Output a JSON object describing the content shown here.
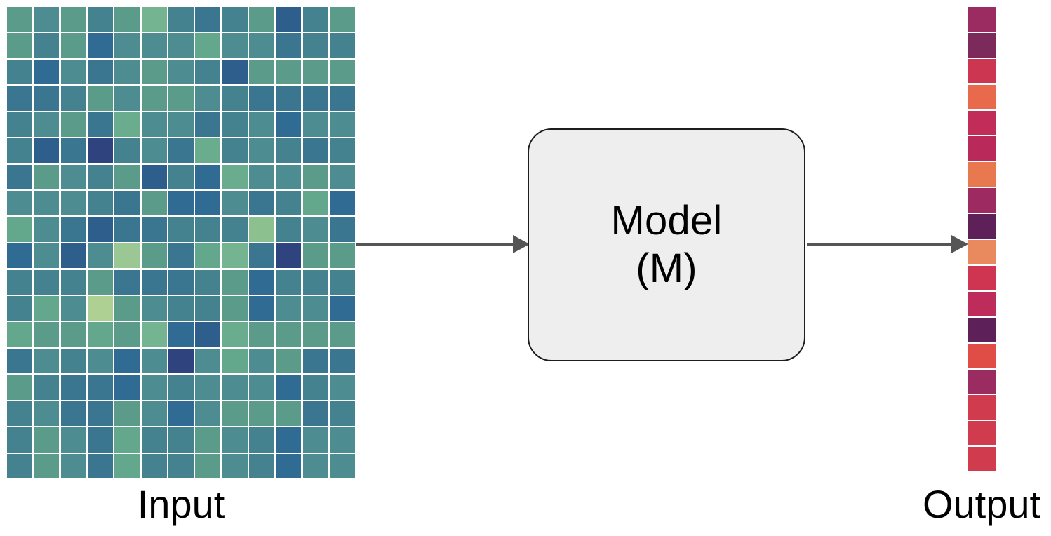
{
  "diagram": {
    "title": "Model input output schematic",
    "input_label": "Input",
    "output_label": "Output",
    "model_label_line1": "Model",
    "model_label_line2": "(M)",
    "arrow_color": "#555555",
    "model_box_fill": "#eeeeee",
    "model_box_stroke": "#1d1d1d",
    "background": "#ffffff"
  },
  "chart_data": {
    "type": "heatmap",
    "title": "Input feature matrix and model output vector",
    "xlabel": "",
    "ylabel": "",
    "grid": true,
    "legend": "none",
    "panels": [
      {
        "name": "input",
        "label": "Input",
        "rows": 18,
        "cols": 13,
        "colormap": "viridis-like (dark blue = low, light green = high)",
        "vmin": 0.0,
        "vmax": 1.0,
        "colors": [
          [
            "#5b9b8a",
            "#4d8d92",
            "#5b9b8a",
            "#44828f",
            "#5b9b8a",
            "#74b491",
            "#44828f",
            "#3b7691",
            "#44828f",
            "#5b9b8a",
            "#2e5e8c",
            "#44828f",
            "#5b9b8a"
          ],
          [
            "#5b9b8a",
            "#44828f",
            "#5b9b8a",
            "#2f6b93",
            "#4d8d92",
            "#4d8d92",
            "#4d8d92",
            "#63a78c",
            "#4d8d92",
            "#4d8d92",
            "#3b7691",
            "#44828f",
            "#44828f"
          ],
          [
            "#44828f",
            "#2f6b93",
            "#4d8d92",
            "#3b7691",
            "#4d8d92",
            "#5b9b8a",
            "#4d8d92",
            "#44828f",
            "#2e5e8c",
            "#5b9b8a",
            "#5b9b8a",
            "#5b9b8a",
            "#5b9b8a"
          ],
          [
            "#3b7691",
            "#3b7691",
            "#44828f",
            "#5b9b8a",
            "#4d8d92",
            "#5b9b8a",
            "#5b9b8a",
            "#4d8d92",
            "#44828f",
            "#3b7691",
            "#3b7691",
            "#3b7691",
            "#3b7691"
          ],
          [
            "#44828f",
            "#4d8d92",
            "#5b9b8a",
            "#3b7691",
            "#6aad8e",
            "#4d8d92",
            "#4d8d92",
            "#3b7691",
            "#44828f",
            "#4d8d92",
            "#2f6b93",
            "#4d8d92",
            "#4d8d92"
          ],
          [
            "#44828f",
            "#2e5e8c",
            "#3b7691",
            "#2f447e",
            "#44828f",
            "#4d8d92",
            "#3b7691",
            "#6aad8e",
            "#44828f",
            "#4d8d92",
            "#44828f",
            "#3b7691",
            "#44828f"
          ],
          [
            "#3b7691",
            "#5b9b8a",
            "#4d8d92",
            "#44828f",
            "#5b9b8a",
            "#2e5e8c",
            "#44828f",
            "#2f6b93",
            "#6aad8e",
            "#4d8d92",
            "#4d8d92",
            "#5b9b8a",
            "#4d8d92"
          ],
          [
            "#4d8d92",
            "#4d8d92",
            "#4d8d92",
            "#44828f",
            "#3b7691",
            "#5b9b8a",
            "#2f6b93",
            "#2f6b93",
            "#4d8d92",
            "#3b7691",
            "#44828f",
            "#63a78c",
            "#2f6b93"
          ],
          [
            "#63a78c",
            "#4d8d92",
            "#3b7691",
            "#2e5e8c",
            "#3b7691",
            "#3b7691",
            "#44828f",
            "#44828f",
            "#44828f",
            "#8cc08f",
            "#44828f",
            "#4d8d92",
            "#3b7691"
          ],
          [
            "#2f6b93",
            "#4d8d92",
            "#2e5e8c",
            "#4d8d92",
            "#9ac793",
            "#5b9b8a",
            "#3b7691",
            "#63a78c",
            "#74b491",
            "#3b7691",
            "#2f447e",
            "#5b9b8a",
            "#5b9b8a"
          ],
          [
            "#44828f",
            "#44828f",
            "#44828f",
            "#5b9b8a",
            "#3b7691",
            "#3b7691",
            "#3b7691",
            "#44828f",
            "#5b9b8a",
            "#2f6b93",
            "#44828f",
            "#44828f",
            "#44828f"
          ],
          [
            "#44828f",
            "#63a78c",
            "#4d8d92",
            "#aed093",
            "#5b9b8a",
            "#4d8d92",
            "#44828f",
            "#44828f",
            "#5b9b8a",
            "#2f6b93",
            "#4d8d92",
            "#4d8d92",
            "#2f6b93"
          ],
          [
            "#63a78c",
            "#5b9b8a",
            "#5b9b8a",
            "#63a78c",
            "#5b9b8a",
            "#74b491",
            "#2f6b93",
            "#2e5e8c",
            "#6aad8e",
            "#5b9b8a",
            "#5b9b8a",
            "#5b9b8a",
            "#5b9b8a"
          ],
          [
            "#3b7691",
            "#4d8d92",
            "#44828f",
            "#4d8d92",
            "#2f6b93",
            "#4d8d92",
            "#2f447e",
            "#4d8d92",
            "#63a78c",
            "#4d8d92",
            "#5b9b8a",
            "#3b7691",
            "#3b7691"
          ],
          [
            "#5b9b8a",
            "#44828f",
            "#3b7691",
            "#3b7691",
            "#2f6b93",
            "#4d8d92",
            "#44828f",
            "#4d8d92",
            "#4d8d92",
            "#4d8d92",
            "#2f6b93",
            "#44828f",
            "#4d8d92"
          ],
          [
            "#44828f",
            "#4d8d92",
            "#3b7691",
            "#3b7691",
            "#5b9b8a",
            "#4d8d92",
            "#2f6b93",
            "#4d8d92",
            "#5b9b8a",
            "#5b9b8a",
            "#5b9b8a",
            "#3b7691",
            "#44828f"
          ],
          [
            "#44828f",
            "#5b9b8a",
            "#4d8d92",
            "#3b7691",
            "#63a78c",
            "#44828f",
            "#44828f",
            "#5b9b8a",
            "#4d8d92",
            "#44828f",
            "#2f6b93",
            "#4d8d92",
            "#4d8d92"
          ],
          [
            "#44828f",
            "#5b9b8a",
            "#4d8d92",
            "#3b7691",
            "#63a78c",
            "#44828f",
            "#44828f",
            "#5b9b8a",
            "#4d8d92",
            "#44828f",
            "#2f6b93",
            "#4d8d92",
            "#4d8d92"
          ]
        ]
      },
      {
        "name": "output",
        "label": "Output",
        "rows": 18,
        "cols": 1,
        "colormap": "rocket-like (dark purple = low, orange = high)",
        "vmin": 0.0,
        "vmax": 1.0,
        "colors": [
          "#9b2c62",
          "#7b2a5b",
          "#cd3650",
          "#e8694c",
          "#c22c58",
          "#b92a5b",
          "#e8784f",
          "#9e2a62",
          "#5d2059",
          "#e8895e",
          "#cf3550",
          "#bd2c5b",
          "#5d2059",
          "#e04d47",
          "#9b2c62",
          "#d03b4e",
          "#d03b4e",
          "#d03b4e"
        ]
      }
    ]
  }
}
